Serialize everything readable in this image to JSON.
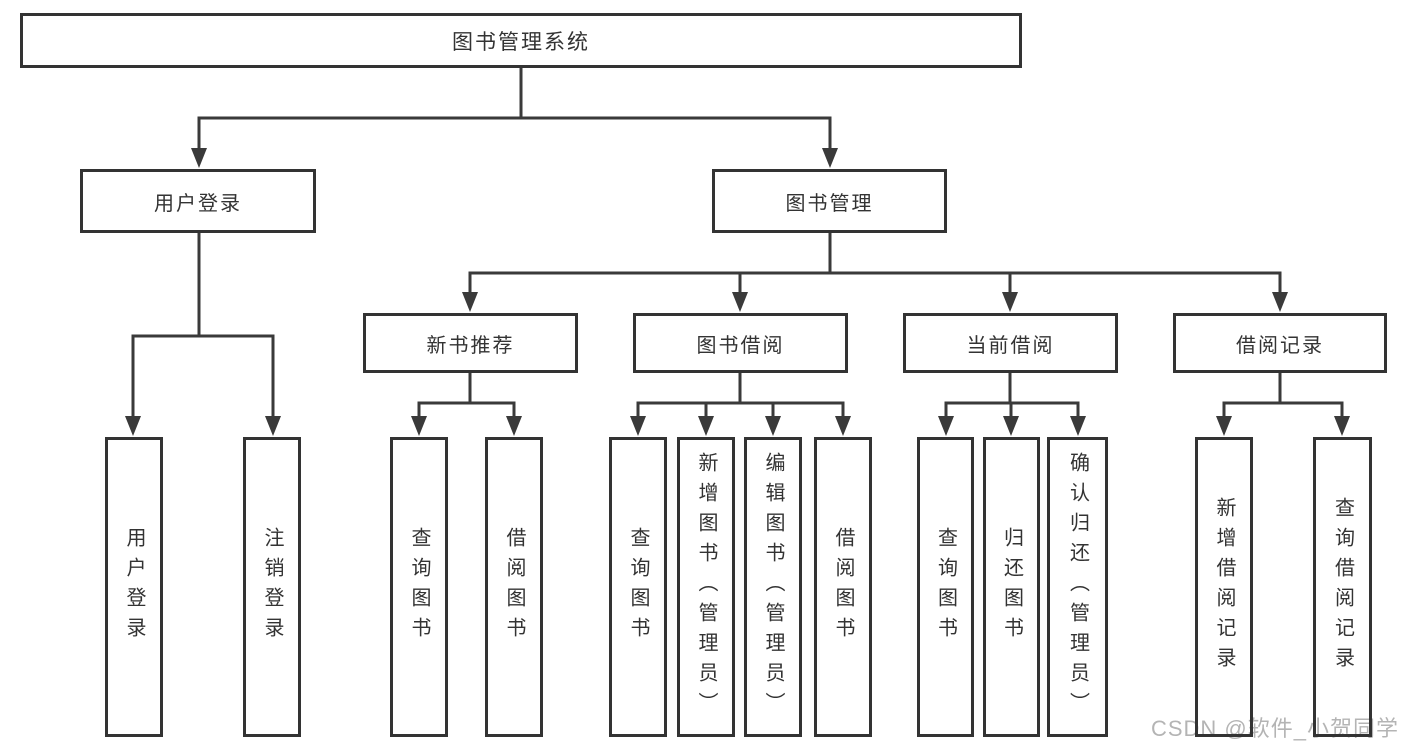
{
  "watermark": "CSDN @软件_小贺同学",
  "colors": {
    "line": "#3a3a3a",
    "text": "#333333",
    "box_fill": "#ffffff",
    "watermark": "#b4b4b4"
  },
  "tree": {
    "root": {
      "label": "图书管理系统"
    },
    "branches": [
      {
        "label": "用户登录",
        "children": [
          {
            "label": "用户登录"
          },
          {
            "label": "注销登录"
          }
        ]
      },
      {
        "label": "图书管理",
        "children": [
          {
            "label": "新书推荐",
            "children": [
              {
                "label": "查询图书"
              },
              {
                "label": "借阅图书"
              }
            ]
          },
          {
            "label": "图书借阅",
            "children": [
              {
                "label": "查询图书"
              },
              {
                "label": "新增图书（管理员）"
              },
              {
                "label": "编辑图书（管理员）"
              },
              {
                "label": "借阅图书"
              }
            ]
          },
          {
            "label": "当前借阅",
            "children": [
              {
                "label": "查询图书"
              },
              {
                "label": "归还图书"
              },
              {
                "label": "确认归还（管理员）"
              }
            ]
          },
          {
            "label": "借阅记录",
            "children": [
              {
                "label": "新增借阅记录"
              },
              {
                "label": "查询借阅记录"
              }
            ]
          }
        ]
      }
    ]
  }
}
